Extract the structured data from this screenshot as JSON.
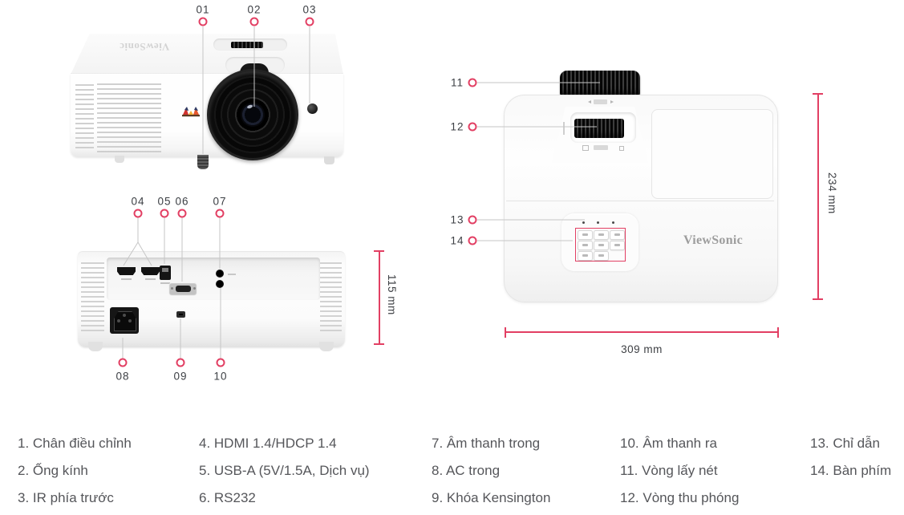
{
  "brand": {
    "logo_text": "ViewSonic"
  },
  "callouts": {
    "c01": "01",
    "c02": "02",
    "c03": "03",
    "c04": "04",
    "c05": "05",
    "c06": "06",
    "c07": "07",
    "c08": "08",
    "c09": "09",
    "c10": "10",
    "c11": "11",
    "c12": "12",
    "c13": "13",
    "c14": "14"
  },
  "dimensions": {
    "rear_height": "115 mm",
    "top_depth": "234 mm",
    "top_width": "309 mm"
  },
  "legend": {
    "columns": [
      {
        "items": [
          "1. Chân điều chỉnh",
          "2. Ống kính",
          "3. IR phía trước"
        ]
      },
      {
        "items": [
          "4. HDMI 1.4/HDCP 1.4",
          "5. USB-A (5V/1.5A, Dịch vụ)",
          "6. RS232"
        ]
      },
      {
        "items": [
          "7. Âm thanh trong",
          "8. AC trong",
          "9. Khóa Kensington"
        ]
      },
      {
        "items": [
          "10. Âm thanh ra",
          "11. Vòng lấy nét",
          "12. Vòng thu phóng"
        ]
      },
      {
        "items": [
          "13. Chỉ dẫn",
          "14. Bàn phím"
        ]
      }
    ]
  },
  "colors": {
    "accent": "#e23f63",
    "leader_line": "#c6c6c6"
  }
}
